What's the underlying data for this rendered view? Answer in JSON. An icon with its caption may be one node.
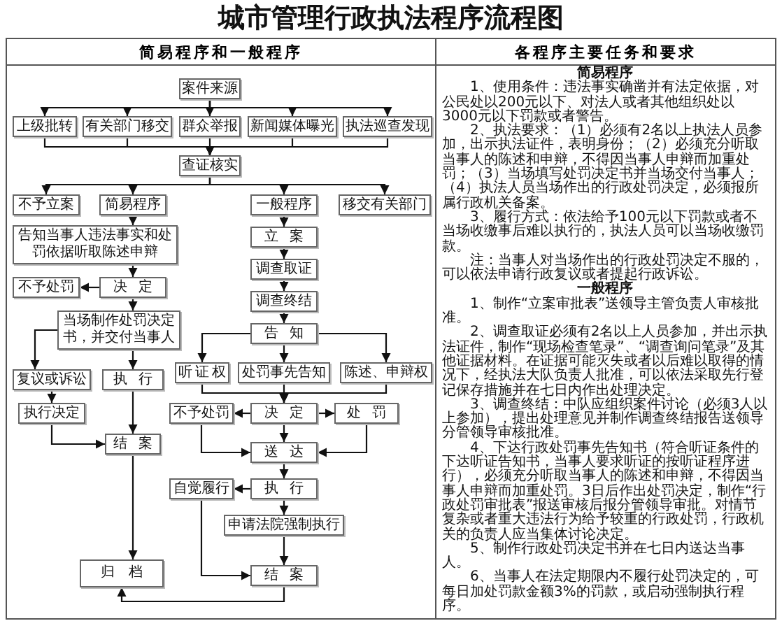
{
  "diagram": {
    "title": "城市管理行政执法程序流程图",
    "nodes": [
      {
        "text": [
          "案件来源"
        ]
      },
      {
        "text": [
          "上级批转"
        ]
      },
      {
        "text": [
          "有关部门移交"
        ]
      },
      {
        "text": [
          "群众举报"
        ]
      },
      {
        "text": [
          "新闻媒体曝光"
        ]
      },
      {
        "text": [
          "执法巡查发现"
        ]
      },
      {
        "text": [
          "查证核实"
        ]
      },
      {
        "text": [
          "不予立案"
        ]
      },
      {
        "text": [
          "简易程序"
        ]
      },
      {
        "text": [
          "一般程序"
        ]
      },
      {
        "text": [
          "移交有关部门"
        ]
      },
      {
        "text": [
          "告知当事人违法事实和处罚依据听取陈述申辩"
        ]
      },
      {
        "text": [
          "立案"
        ]
      },
      {
        "text": [
          "不予处罚"
        ]
      },
      {
        "text": [
          "决定"
        ]
      },
      {
        "text": [
          "调查取证"
        ]
      },
      {
        "text": [
          "当场制作处罚决定书，并交付当事人"
        ]
      },
      {
        "text": [
          "调查终结"
        ]
      },
      {
        "text": [
          "复议或诉讼"
        ]
      },
      {
        "text": [
          "执行"
        ]
      },
      {
        "text": [
          "告知"
        ]
      },
      {
        "text": [
          "听证权"
        ]
      },
      {
        "text": [
          "处罚事先告知"
        ]
      },
      {
        "text": [
          "陈述、申辩权"
        ]
      },
      {
        "text": [
          "执行决定"
        ]
      },
      {
        "text": [
          "结案"
        ]
      },
      {
        "text": [
          "不予处罚"
        ]
      },
      {
        "text": [
          "决定"
        ]
      },
      {
        "text": [
          "处罚"
        ]
      },
      {
        "text": [
          "送达"
        ]
      },
      {
        "text": [
          "自觉履行"
        ]
      },
      {
        "text": [
          "执行"
        ]
      },
      {
        "text": [
          "申请法院强制执行"
        ]
      },
      {
        "text": [
          "归档"
        ]
      },
      {
        "text": [
          "结案"
        ]
      }
    ],
    "edges": [
      {
        "from": 0,
        "to": 1,
        "arrow": "to"
      },
      {
        "from": 0,
        "to": 2,
        "arrow": "to"
      },
      {
        "from": 0,
        "to": 3,
        "arrow": "to"
      },
      {
        "from": 0,
        "to": 4,
        "arrow": "to"
      },
      {
        "from": 0,
        "to": 5,
        "arrow": "to"
      },
      {
        "from": 1,
        "to": 6,
        "arrow": "to"
      },
      {
        "from": 2,
        "to": 6,
        "arrow": "to"
      },
      {
        "from": 3,
        "to": 6,
        "arrow": "to"
      },
      {
        "from": 4,
        "to": 6,
        "arrow": "to"
      },
      {
        "from": 5,
        "to": 6,
        "arrow": "to"
      },
      {
        "from": 6,
        "to": 7,
        "arrow": "to"
      },
      {
        "from": 6,
        "to": 8,
        "arrow": "to"
      },
      {
        "from": 6,
        "to": 9,
        "arrow": "to"
      },
      {
        "from": 6,
        "to": 10,
        "arrow": "to"
      },
      {
        "from": 8,
        "to": 11,
        "arrow": "to"
      },
      {
        "from": 11,
        "to": 14,
        "arrow": "to"
      },
      {
        "from": 14,
        "to": 13,
        "arrow": "to"
      },
      {
        "from": 14,
        "to": 16,
        "arrow": "to"
      },
      {
        "from": 16,
        "to": 18,
        "arrow": "to"
      },
      {
        "from": 16,
        "to": 19,
        "arrow": "to"
      },
      {
        "from": 18,
        "to": 24,
        "arrow": "to"
      },
      {
        "from": 24,
        "to": 25,
        "arrow": "to"
      },
      {
        "from": 19,
        "to": 25,
        "arrow": "to"
      },
      {
        "from": 25,
        "to": 33,
        "arrow": "to"
      },
      {
        "from": 9,
        "to": 12,
        "arrow": "to"
      },
      {
        "from": 12,
        "to": 15,
        "arrow": "to"
      },
      {
        "from": 15,
        "to": 17,
        "arrow": "to"
      },
      {
        "from": 17,
        "to": 20,
        "arrow": "to"
      },
      {
        "from": 20,
        "to": 21,
        "arrow": "to"
      },
      {
        "from": 20,
        "to": 22,
        "arrow": "to"
      },
      {
        "from": 20,
        "to": 23,
        "arrow": "to"
      },
      {
        "from": 21,
        "to": 27,
        "arrow": "to"
      },
      {
        "from": 22,
        "to": 27,
        "arrow": "to"
      },
      {
        "from": 23,
        "to": 27,
        "arrow": "to"
      },
      {
        "from": 27,
        "to": 26,
        "arrow": "to"
      },
      {
        "from": 27,
        "to": 28,
        "arrow": "to"
      },
      {
        "from": 27,
        "to": 29,
        "arrow": "to"
      },
      {
        "from": 26,
        "to": 29,
        "arrow": "to"
      },
      {
        "from": 28,
        "to": 29,
        "arrow": "to"
      },
      {
        "from": 29,
        "to": 31,
        "arrow": "to"
      },
      {
        "from": 31,
        "to": 30,
        "arrow": "to"
      },
      {
        "from": 31,
        "to": 32,
        "arrow": "to"
      },
      {
        "from": 32,
        "to": 34,
        "arrow": "to"
      },
      {
        "from": 30,
        "to": 34,
        "arrow": "to"
      },
      {
        "from": 34,
        "to": 33,
        "arrow": "to"
      }
    ],
    "labels": [
      "简易程序和一般程序",
      "各程序主要任务和要求",
      "简易程序",
      "1、使用条件：违法事实确凿并有法定依据，对公民处以200元以下、对法人或者其他组织处以3000元以下罚款或者警告。",
      "2、执法要求：（1）必须有2名以上执法人员参加，出示执法证件，表明身份；（2）必须充分听取当事人的陈述和申辩，不得因当事人申辩而加重处罚；（3）当场填写处罚决定书并当场交付当事人；（4）执法人员当场作出的行政处罚决定，必须报所属行政机关备案。",
      "3、履行方式：依法给予100元以下罚款或者不当场收缴事后难以执行的，执法人员可以当场收缴罚款。",
      "注：当事人对当场作出的行政处罚决定不服的，可以依法申请行政复议或者提起行政诉讼。",
      "一般程序",
      "1、制作“立案审批表”送领导主管负责人审核批准。",
      "2、调查取证必须有2名以上人员参加，并出示执法证件，制作“现场检查笔录”、“调查询问笔录”及其他证据材料。在证据可能灭失或者以后难以取得的情况下，经执法大队负责人批准，可以依法采取先行登记保存措施并在七日内作出处理决定。",
      "3、调查终结：中队应组织案件讨论（必须3人以上参加），提出处理意见并制作调查终结报告送领导分管领导审核批准。",
      "4、下达行政处罚事先告知书（符合听证条件的下达听证告知书，当事人要求听证的按听证程序进行），必须充分听取当事人的陈述和申辩，不得因当事人申辩而加重处罚。3日后作出处罚决定，制作“行政处罚审批表”报送审核后报分管领导审批。对情节复杂或者重大违法行为给予较重的行政处罚，行政机关的负责人应当集体讨论决定。",
      "5、制作行政处罚决定书并在七日内送达当事人。",
      "6、当事人在法定期限内不履行处罚决定的，可每日加处罚款金额3%的罚款，或启动强制执行程序。"
    ]
  }
}
